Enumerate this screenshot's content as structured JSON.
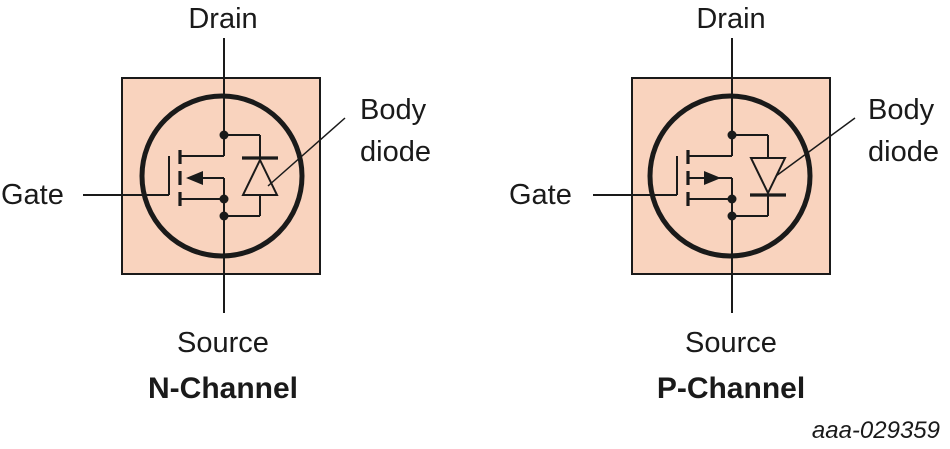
{
  "colors": {
    "package_fill": "#f9d3be",
    "package_stroke": "#1a1a1a",
    "ink": "#1a1a1a"
  },
  "transistors": [
    {
      "drain_label": "Drain",
      "source_label": "Source",
      "gate_label": "Gate",
      "body_diode_label_line1": "Body",
      "body_diode_label_line2": "diode",
      "channel_title": "N-Channel"
    },
    {
      "drain_label": "Drain",
      "source_label": "Source",
      "gate_label": "Gate",
      "body_diode_label_line1": "Body",
      "body_diode_label_line2": "diode",
      "channel_title": "P-Channel"
    }
  ],
  "reference_code": "aaa-029359"
}
